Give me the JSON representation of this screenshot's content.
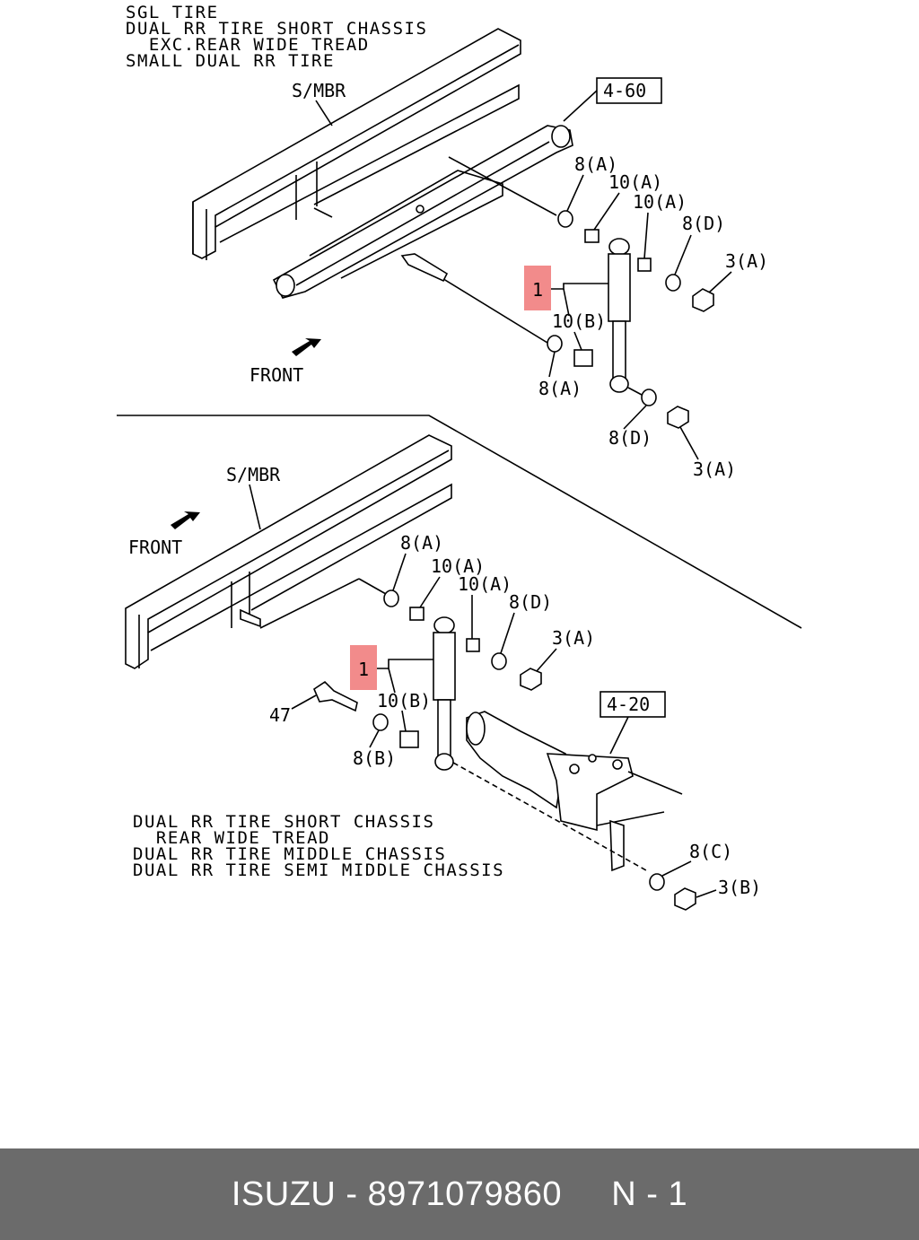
{
  "top": {
    "notes": [
      "SGL TIRE",
      "DUAL RR TIRE SHORT CHASSIS",
      "  EXC.REAR WIDE TREAD",
      "SMALL DUAL RR TIRE"
    ],
    "smbr_label": "S/MBR",
    "ref_box": "4-60",
    "front_label": "FRONT",
    "callouts": {
      "c1": "1",
      "a8a_1": "8(A)",
      "a10a_1": "10(A)",
      "a10a_2": "10(A)",
      "a8d_1": "8(D)",
      "a3a_1": "3(A)",
      "a10b": "10(B)",
      "a8a_2": "8(A)",
      "a8d_2": "8(D)",
      "a3a_2": "3(A)"
    }
  },
  "bottom": {
    "smbr_label": "S/MBR",
    "front_label": "FRONT",
    "ref_box": "4-20",
    "callouts": {
      "c1": "1",
      "a8a": "8(A)",
      "a10a_1": "10(A)",
      "a10a_2": "10(A)",
      "a8d": "8(D)",
      "a3a": "3(A)",
      "a47": "47",
      "a10b": "10(B)",
      "a8b": "8(B)",
      "a8c": "8(C)",
      "a3b": "3(B)"
    },
    "notes": [
      "DUAL RR TIRE SHORT CHASSIS",
      "  REAR WIDE TREAD",
      "DUAL RR TIRE MIDDLE CHASSIS",
      "DUAL RR TIRE SEMI MIDDLE CHASSIS"
    ]
  },
  "footer": {
    "text": "ISUZU - 8971079860     N - 1"
  }
}
